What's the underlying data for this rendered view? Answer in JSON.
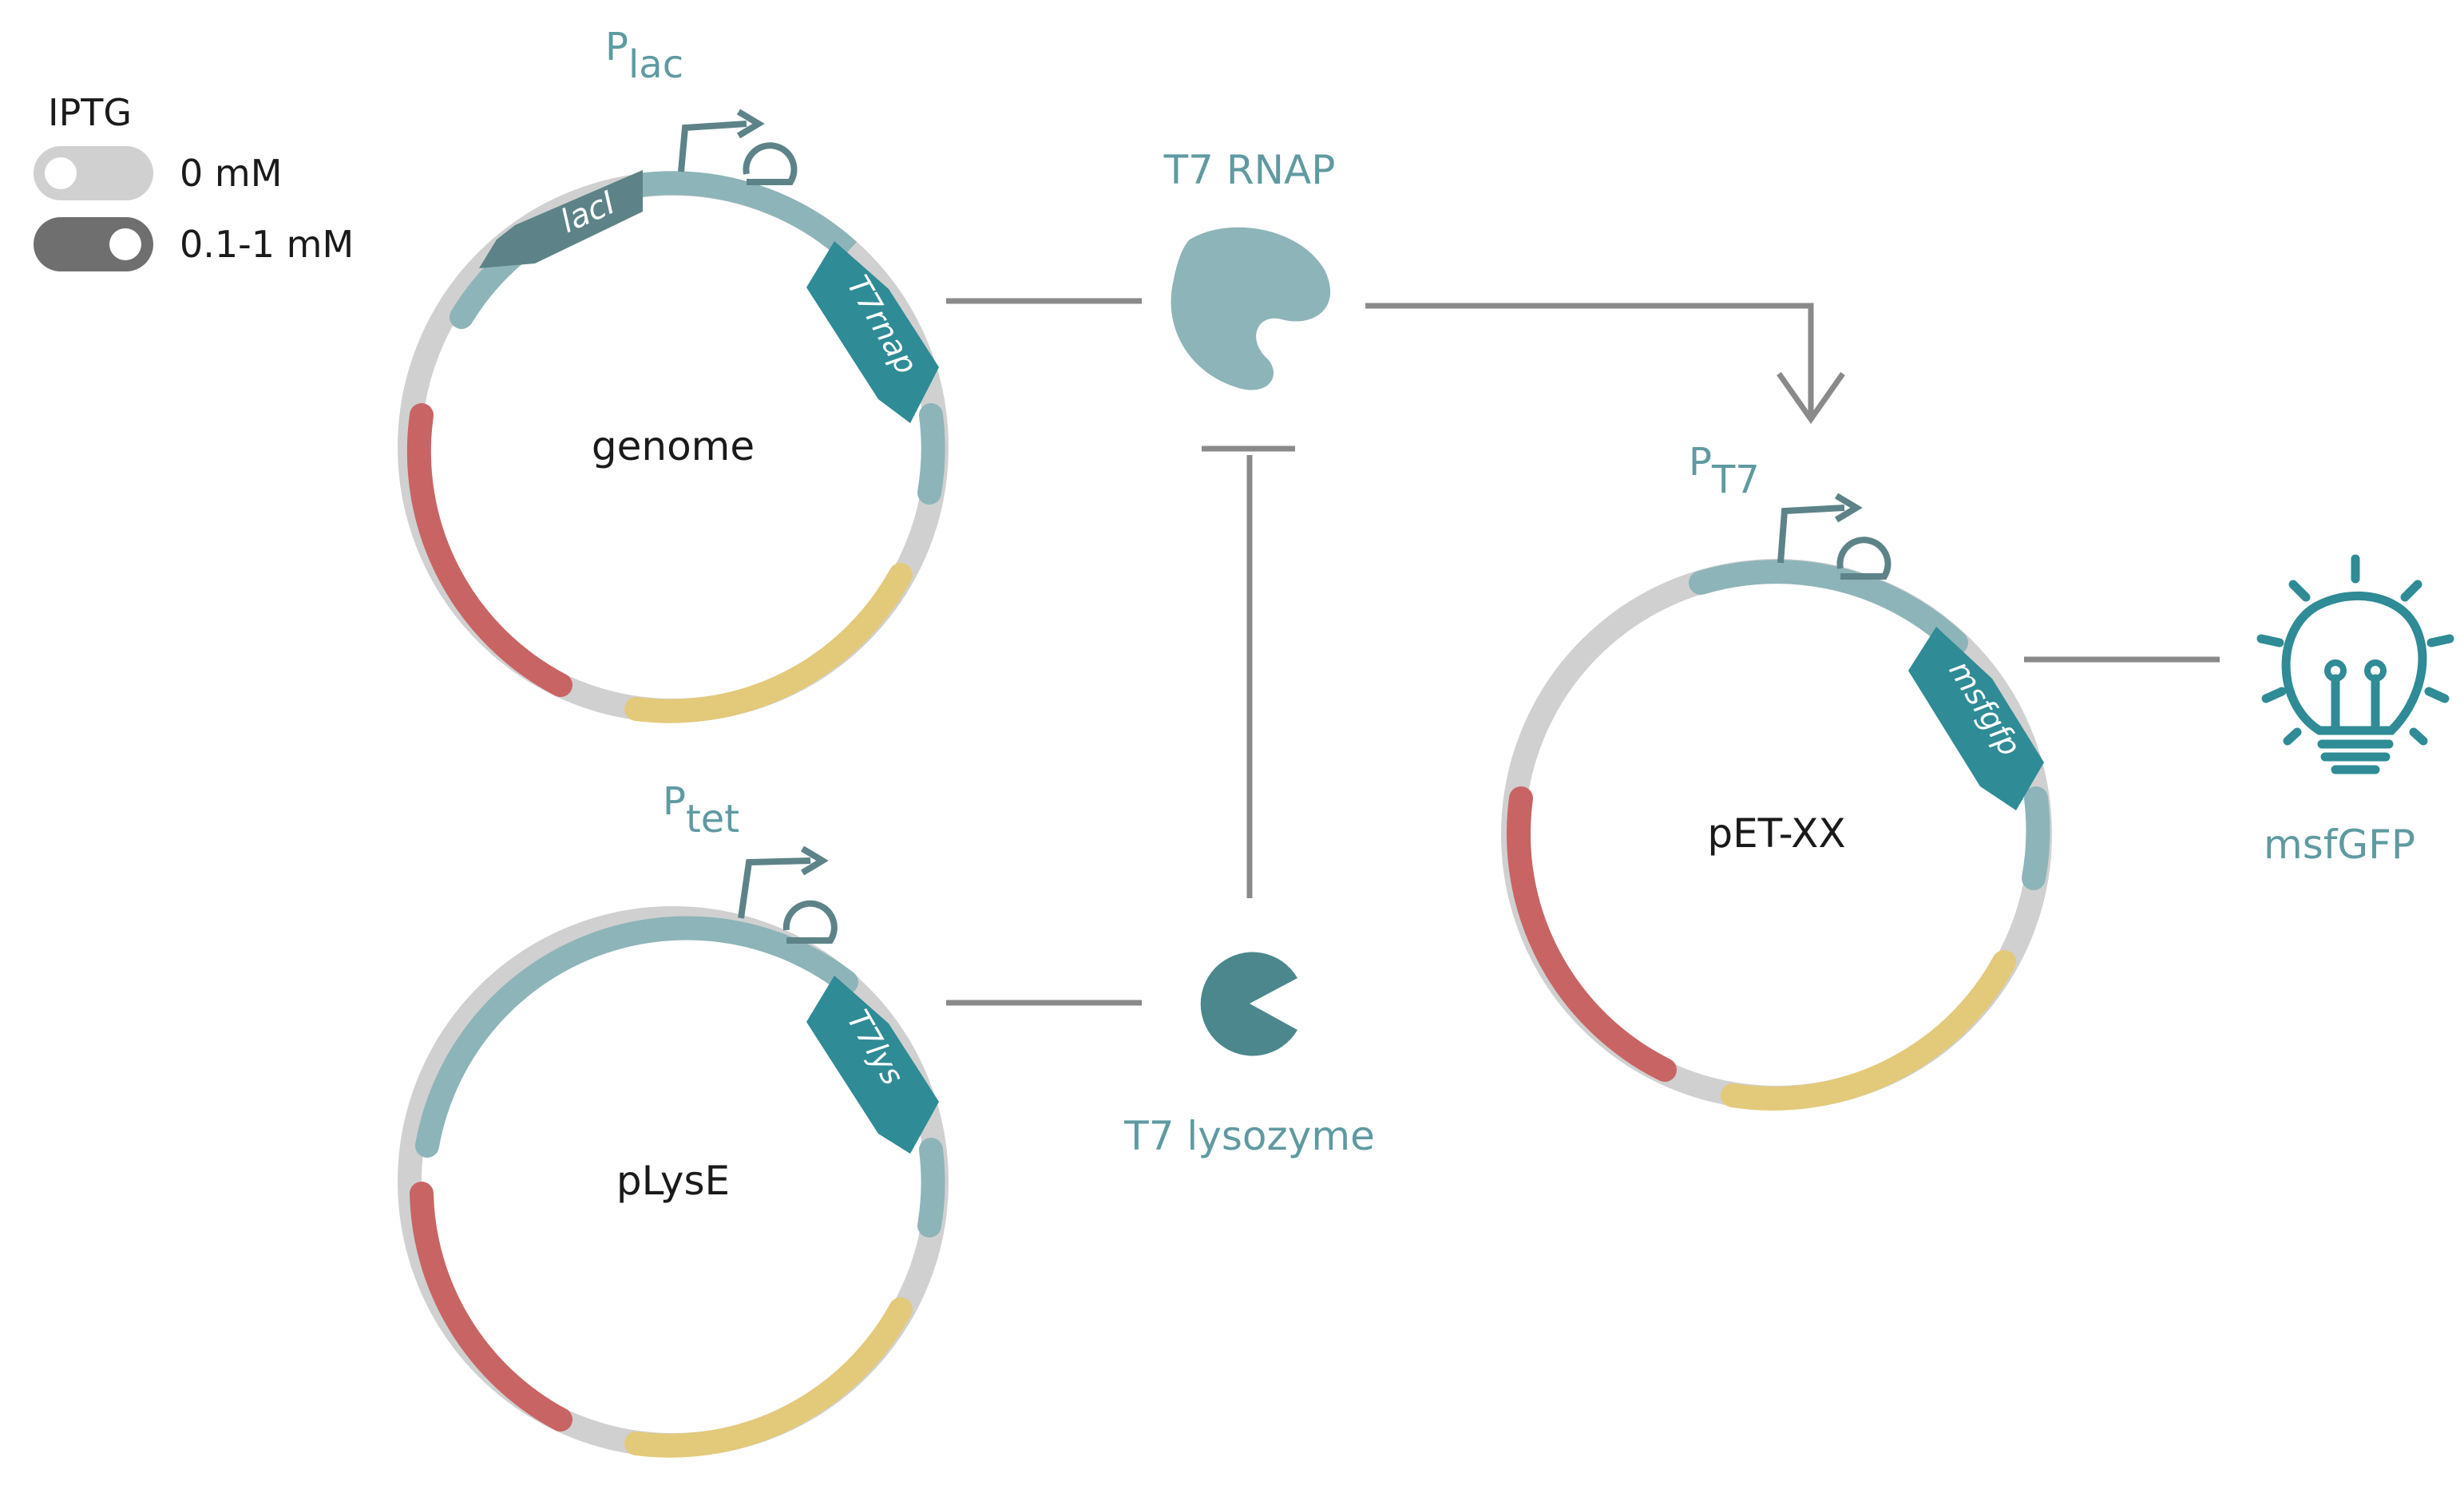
{
  "legend": {
    "title": "IPTG",
    "items": [
      {
        "label": "0 mM",
        "state": "off",
        "color": "#d0d0d0"
      },
      {
        "label": "0.1-1 mM",
        "state": "on",
        "color": "#6f6f6f"
      }
    ]
  },
  "plasmids": {
    "genome": {
      "name": "genome",
      "promoter": {
        "main": "P",
        "sub": "lac"
      },
      "genes": [
        "lacI",
        "T7rnap"
      ]
    },
    "plyse": {
      "name": "pLysE",
      "promoter": {
        "main": "P",
        "sub": "tet"
      },
      "genes": [
        "T7lys"
      ]
    },
    "pet": {
      "name": "pET-XX",
      "promoter": {
        "main": "P",
        "sub": "T7"
      },
      "genes": [
        "msfgfp"
      ]
    }
  },
  "proteins": {
    "rnap": "T7 RNAP",
    "lysozyme": "T7 lysozyme",
    "reporter": "msfGFP"
  },
  "colors": {
    "teal_light": "#8db4b9",
    "teal_dark": "#2f8b95",
    "slate": "#5d8388",
    "grey_backbone": "#d0d0d0",
    "red": "#c96464",
    "yellow": "#e3c97a",
    "connector": "#8a8a8a",
    "text_teal": "#5f9aa1"
  },
  "icons": [
    "promoter-arrow-icon",
    "terminator-icon",
    "protein-blob-icon",
    "lysozyme-pacman-icon",
    "lightbulb-icon",
    "inhibition-bar-icon",
    "activation-arrow-icon"
  ]
}
